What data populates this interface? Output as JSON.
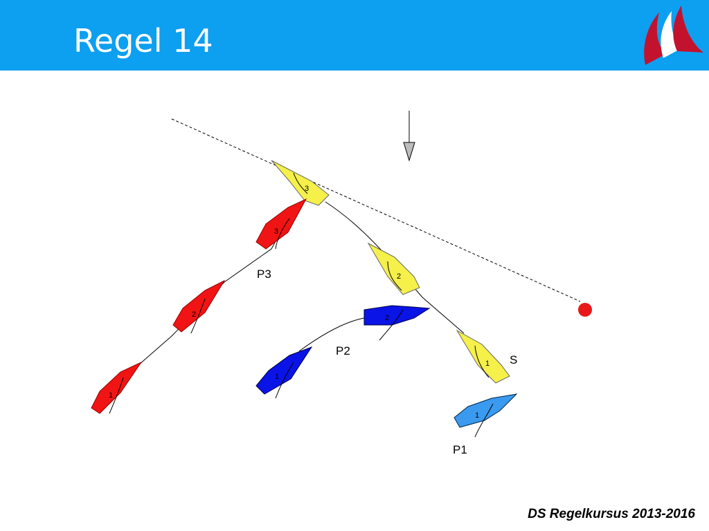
{
  "slide": {
    "title": "Regel 14",
    "footer": "DS Regelkursus 2013-2016"
  },
  "colors": {
    "header": "#0d9ff0",
    "starboard_boat": "#f5f04a",
    "port_boat_3": "#f01414",
    "port_boat_2": "#0a14e6",
    "port_boat_1": "#3a9af0",
    "mark": "#e8181a",
    "logo_sail": "#c3122e"
  },
  "labels": {
    "starboard": "S",
    "port_1": "P1",
    "port_2": "P2",
    "port_3": "P3"
  },
  "positions": [
    "1",
    "2",
    "3"
  ],
  "icons": {
    "wind": "wind-arrow-icon",
    "mark": "mark-buoy-icon",
    "logo": "sailing-logo-icon"
  }
}
